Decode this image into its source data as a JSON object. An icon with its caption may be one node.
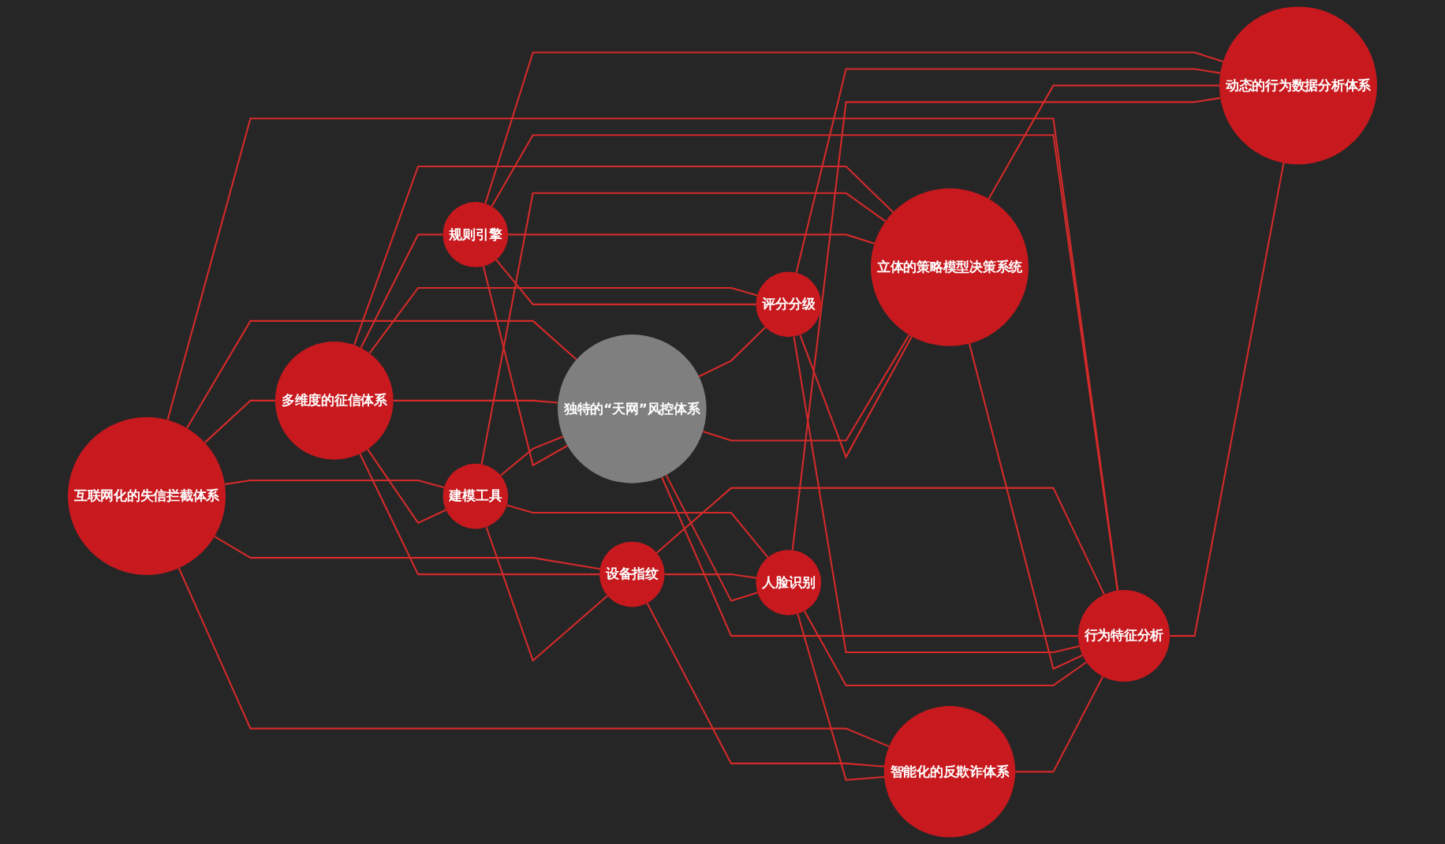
{
  "diagram": {
    "nodes": [
      {
        "text": [
          "互联网化的失信拦截体系"
        ]
      },
      {
        "text": [
          "多维度的征信体系"
        ]
      },
      {
        "text": [
          "建模工具"
        ]
      },
      {
        "text": [
          "规则引擎"
        ]
      },
      {
        "text": [
          "设备指纹"
        ]
      },
      {
        "text": [
          "独特的“天网”风控体系"
        ]
      },
      {
        "text": [
          "立体的策略模型决策系统"
        ]
      },
      {
        "text": [
          "评分分级"
        ]
      },
      {
        "text": [
          "人脸识别"
        ]
      },
      {
        "text": [
          "智能化的反欺诈体系"
        ]
      },
      {
        "text": [
          "行为特征分析"
        ]
      },
      {
        "text": [
          "动态的行为数据分析体系"
        ]
      }
    ],
    "edges": [
      {
        "from": 0,
        "to": 1,
        "arrow": "none"
      },
      {
        "from": 0,
        "to": 2,
        "arrow": "none"
      },
      {
        "from": 0,
        "to": 4,
        "arrow": "none"
      },
      {
        "from": 0,
        "to": 9,
        "arrow": "none"
      },
      {
        "from": 0,
        "to": 5,
        "arrow": "none"
      },
      {
        "from": 0,
        "to": 10,
        "arrow": "none"
      },
      {
        "from": 1,
        "to": 2,
        "arrow": "none"
      },
      {
        "from": 1,
        "to": 3,
        "arrow": "none"
      },
      {
        "from": 1,
        "to": 4,
        "arrow": "none"
      },
      {
        "from": 1,
        "to": 5,
        "arrow": "none"
      },
      {
        "from": 1,
        "to": 6,
        "arrow": "none"
      },
      {
        "from": 1,
        "to": 7,
        "arrow": "none"
      },
      {
        "from": 2,
        "to": 4,
        "arrow": "none"
      },
      {
        "from": 2,
        "to": 8,
        "arrow": "none"
      },
      {
        "from": 2,
        "to": 5,
        "arrow": "none"
      },
      {
        "from": 2,
        "to": 6,
        "arrow": "none"
      },
      {
        "from": 3,
        "to": 5,
        "arrow": "none"
      },
      {
        "from": 3,
        "to": 7,
        "arrow": "none"
      },
      {
        "from": 3,
        "to": 6,
        "arrow": "none"
      },
      {
        "from": 3,
        "to": 10,
        "arrow": "none"
      },
      {
        "from": 3,
        "to": 11,
        "arrow": "none"
      },
      {
        "from": 4,
        "to": 8,
        "arrow": "none"
      },
      {
        "from": 4,
        "to": 9,
        "arrow": "none"
      },
      {
        "from": 4,
        "to": 10,
        "arrow": "none"
      },
      {
        "from": 5,
        "to": 6,
        "arrow": "none"
      },
      {
        "from": 5,
        "to": 7,
        "arrow": "none"
      },
      {
        "from": 5,
        "to": 8,
        "arrow": "none"
      },
      {
        "from": 5,
        "to": 10,
        "arrow": "none"
      },
      {
        "from": 7,
        "to": 6,
        "arrow": "none"
      },
      {
        "from": 7,
        "to": 10,
        "arrow": "none"
      },
      {
        "from": 7,
        "to": 11,
        "arrow": "none"
      },
      {
        "from": 6,
        "to": 10,
        "arrow": "none"
      },
      {
        "from": 6,
        "to": 11,
        "arrow": "none"
      },
      {
        "from": 8,
        "to": 9,
        "arrow": "none"
      },
      {
        "from": 8,
        "to": 10,
        "arrow": "none"
      },
      {
        "from": 8,
        "to": 11,
        "arrow": "none"
      },
      {
        "from": 9,
        "to": 10,
        "arrow": "none"
      },
      {
        "from": 10,
        "to": 11,
        "arrow": "none"
      }
    ]
  }
}
